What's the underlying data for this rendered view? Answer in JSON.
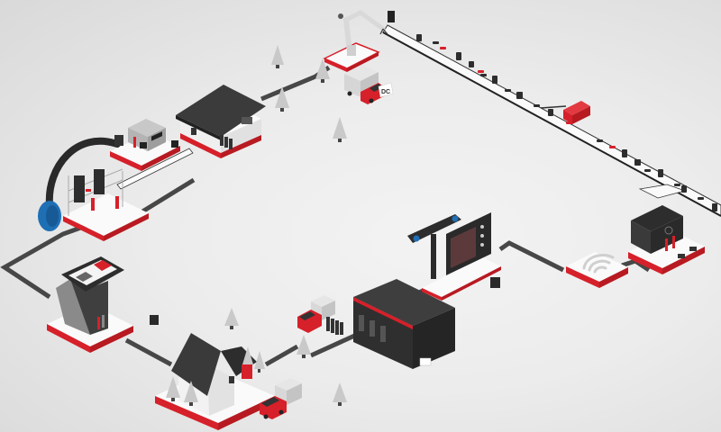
{
  "scene": {
    "title": "Supply chain isometric illustration",
    "colors": {
      "background": "#ececec",
      "accent_red": "#d6202a",
      "dark": "#3a3a3a",
      "path": "#4a4a4a",
      "platform": "#f7f7f7",
      "tree": "#c8c8c8",
      "blue": "#1f6fb5"
    }
  },
  "stations": [
    {
      "id": "manufacturing",
      "label": "Manufacturing line"
    },
    {
      "id": "packaging",
      "label": "Packaging machine"
    },
    {
      "id": "warehouse",
      "label": "Warehouse"
    },
    {
      "id": "distribution-center",
      "label": "Distribution center",
      "sign": "DC"
    },
    {
      "id": "robot-arm",
      "label": "Robotic arm"
    },
    {
      "id": "sortation-conveyor",
      "label": "Sortation conveyor"
    },
    {
      "id": "label-printer",
      "label": "Printer station"
    },
    {
      "id": "wireless",
      "label": "Wireless network"
    },
    {
      "id": "scanner-kiosk",
      "label": "Dimensioning scanner & monitor"
    },
    {
      "id": "depot",
      "label": "Delivery depot"
    },
    {
      "id": "delivery-truck",
      "label": "Delivery truck"
    },
    {
      "id": "home",
      "label": "Customer home"
    },
    {
      "id": "self-service-kiosk",
      "label": "Self-service kiosk"
    },
    {
      "id": "headset",
      "label": "Voice headset"
    }
  ],
  "labels": {
    "dc_sign": "DC"
  }
}
